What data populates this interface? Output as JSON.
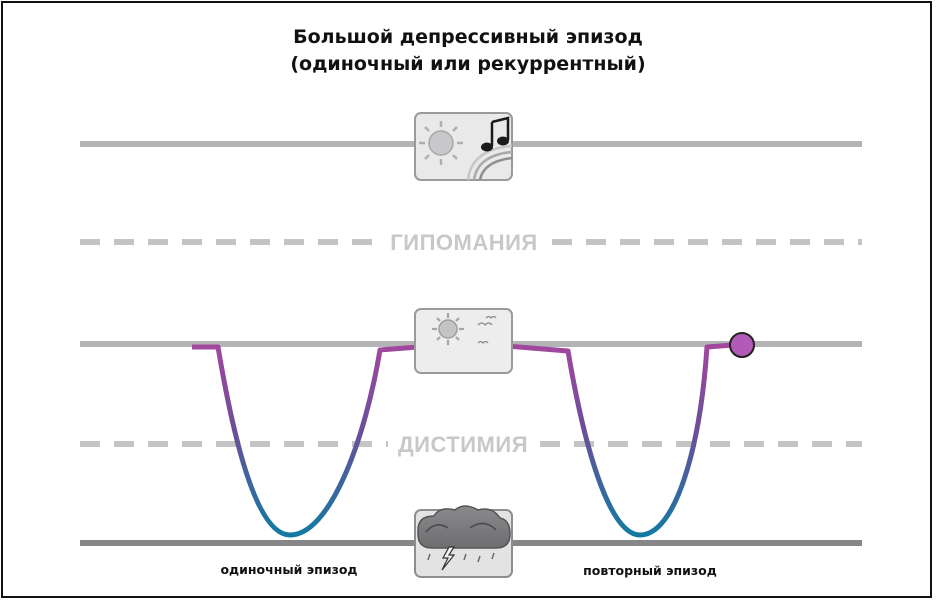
{
  "title": {
    "line1": "Большой депрессивный эпизод",
    "line2": "(одиночный или рекуррентный)"
  },
  "zones": {
    "hypomania": "ГИПОМАНИЯ",
    "dysthymia": "ДИСТИМИЯ"
  },
  "episodes": {
    "single": "одиночный эпизод",
    "repeated": "повторный эпизод"
  },
  "icons": {
    "mania": [
      "sun-icon",
      "music-note-icon",
      "rainbow-icon"
    ],
    "normal": [
      "sun-icon",
      "birds-icon"
    ],
    "depression": [
      "storm-cloud-icon",
      "lightning-icon",
      "rain-icon"
    ]
  },
  "colors": {
    "line_solid": "#b4b4b7",
    "line_dashed": "#c4c4c7",
    "line_bottom": "#87878a",
    "mood_curve_top": "#9b4a9c",
    "mood_curve_bottom": "#1a7aa0",
    "end_marker": "#b35ab8"
  }
}
